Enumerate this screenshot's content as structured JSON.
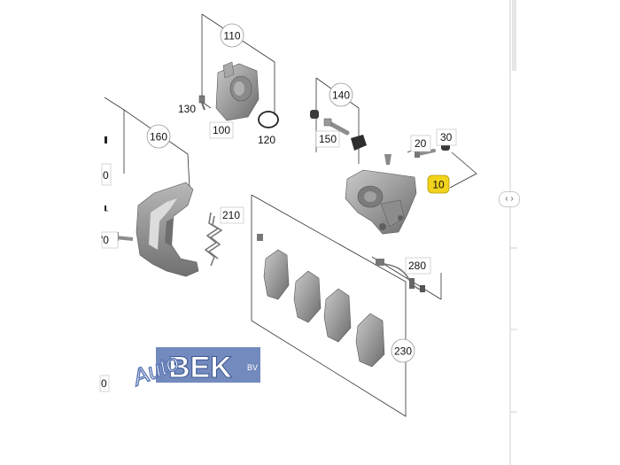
{
  "colors": {
    "line": "#333333",
    "part": "#9a9a9a",
    "part_dark": "#6f6f6f",
    "callout_bg": "#ffffff",
    "callout_highlight": "#f2d31b",
    "watermark_blue": "#5a76b3"
  },
  "callouts": {
    "c110": "110",
    "c130": "130",
    "c100": "100",
    "c120": "120",
    "c140": "140",
    "c150": "150",
    "c20": "20",
    "c30": "30",
    "c10": "10",
    "c160": "160",
    "c210": "210",
    "c280": "280",
    "c230": "230"
  },
  "cut_labels": {
    "left1": "0",
    "left2": "'0",
    "left3": "0"
  },
  "watermark": {
    "script": "Auto",
    "brand": "BEK",
    "suffix": "BV"
  },
  "sidebar": {
    "toggle_icon": "‹ ›"
  }
}
